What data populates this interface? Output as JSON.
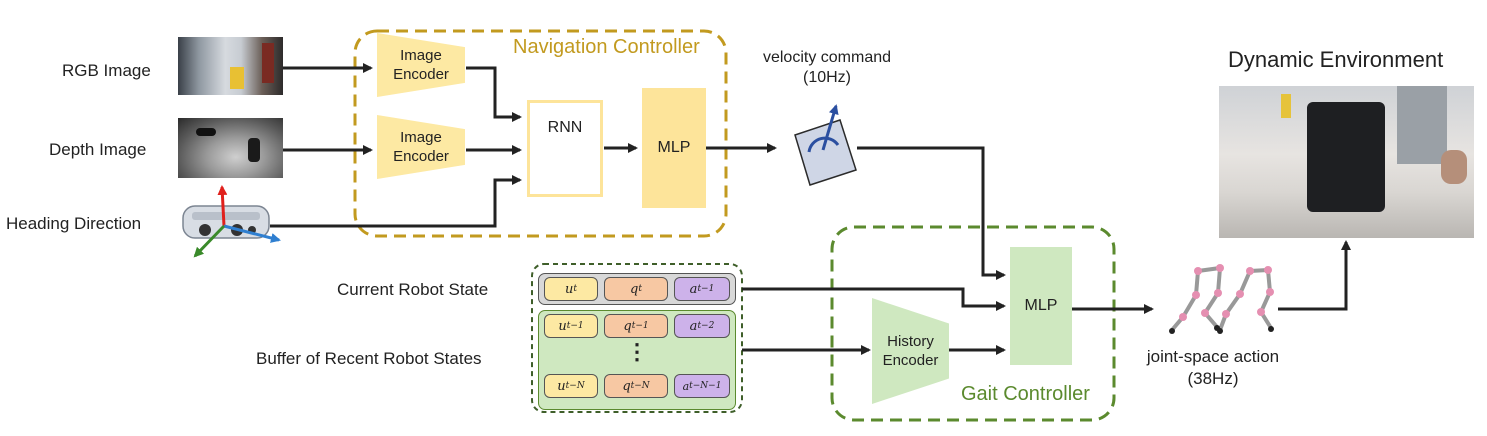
{
  "inputs": {
    "rgb": "RGB Image",
    "depth": "Depth Image",
    "heading": "Heading Direction",
    "current_state": "Current Robot State",
    "buffer": "Buffer of Recent Robot States"
  },
  "navigation": {
    "title": "Navigation Controller",
    "encoder1": "Image\nEncoder",
    "encoder2": "Image\nEncoder",
    "rnn": "RNN",
    "mlp": "MLP"
  },
  "velocity": {
    "line1": "velocity command",
    "line2": "(10Hz)"
  },
  "gait": {
    "title": "Gait Controller",
    "history": "History\nEncoder",
    "mlp": "MLP"
  },
  "action": {
    "line1": "joint-space action",
    "line2": "(38Hz)"
  },
  "environment": {
    "title": "Dynamic Environment"
  },
  "state_rows": {
    "current": [
      "u",
      "t",
      "q",
      "t",
      "a",
      "t−1"
    ],
    "prev": [
      "u",
      "t−1",
      "q",
      "t−1",
      "a",
      "t−2"
    ],
    "dots": "⋮",
    "oldest": [
      "u",
      "t−N",
      "q",
      "t−N",
      "a",
      "t−N−1"
    ]
  },
  "colors": {
    "nav_border": "#c29a1f",
    "nav_fill": "#fde49a",
    "gait_border": "#5b8a2e",
    "gait_fill": "#cfe8c0",
    "arrow": "#222222"
  }
}
